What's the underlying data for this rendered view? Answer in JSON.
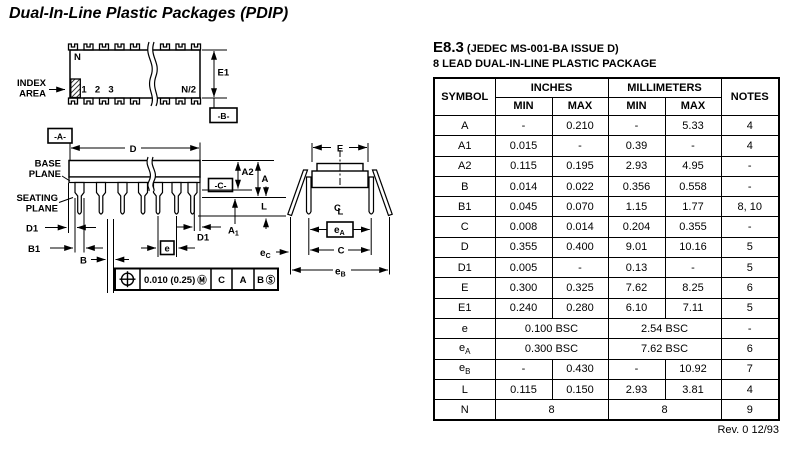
{
  "page": {
    "title": "Dual-In-Line Plastic Packages (PDIP)",
    "footer": "Rev. 0 12/93"
  },
  "colors": {
    "ink": "#000000",
    "paper": "#ffffff"
  },
  "spec": {
    "code": "E8.3",
    "standard": "(JEDEC MS-001-BA ISSUE D)",
    "subtitle": "8 LEAD DUAL-IN-LINE PLASTIC PACKAGE"
  },
  "table": {
    "headers": {
      "symbol": "SYMBOL",
      "inches": "INCHES",
      "millimeters": "MILLIMETERS",
      "min": "MIN",
      "max": "MAX",
      "notes": "NOTES"
    },
    "rows": [
      {
        "symbol": "A",
        "sub": "",
        "in_min": "-",
        "in_max": "0.210",
        "mm_min": "-",
        "mm_max": "5.33",
        "notes": "4"
      },
      {
        "symbol": "A1",
        "sub": "",
        "in_min": "0.015",
        "in_max": "-",
        "mm_min": "0.39",
        "mm_max": "-",
        "notes": "4"
      },
      {
        "symbol": "A2",
        "sub": "",
        "in_min": "0.115",
        "in_max": "0.195",
        "mm_min": "2.93",
        "mm_max": "4.95",
        "notes": "-"
      },
      {
        "symbol": "B",
        "sub": "",
        "in_min": "0.014",
        "in_max": "0.022",
        "mm_min": "0.356",
        "mm_max": "0.558",
        "notes": "-"
      },
      {
        "symbol": "B1",
        "sub": "",
        "in_min": "0.045",
        "in_max": "0.070",
        "mm_min": "1.15",
        "mm_max": "1.77",
        "notes": "8, 10"
      },
      {
        "symbol": "C",
        "sub": "",
        "in_min": "0.008",
        "in_max": "0.014",
        "mm_min": "0.204",
        "mm_max": "0.355",
        "notes": "-"
      },
      {
        "symbol": "D",
        "sub": "",
        "in_min": "0.355",
        "in_max": "0.400",
        "mm_min": "9.01",
        "mm_max": "10.16",
        "notes": "5"
      },
      {
        "symbol": "D1",
        "sub": "",
        "in_min": "0.005",
        "in_max": "-",
        "mm_min": "0.13",
        "mm_max": "-",
        "notes": "5"
      },
      {
        "symbol": "E",
        "sub": "",
        "in_min": "0.300",
        "in_max": "0.325",
        "mm_min": "7.62",
        "mm_max": "8.25",
        "notes": "6"
      },
      {
        "symbol": "E1",
        "sub": "",
        "in_min": "0.240",
        "in_max": "0.280",
        "mm_min": "6.10",
        "mm_max": "7.11",
        "notes": "5"
      },
      {
        "symbol": "e",
        "sub": "",
        "span": true,
        "inches": "0.100 BSC",
        "millimeters": "2.54 BSC",
        "notes": "-"
      },
      {
        "symbol": "e",
        "sub": "A",
        "span": true,
        "inches": "0.300 BSC",
        "millimeters": "7.62 BSC",
        "notes": "6"
      },
      {
        "symbol": "e",
        "sub": "B",
        "in_min": "-",
        "in_max": "0.430",
        "mm_min": "-",
        "mm_max": "10.92",
        "notes": "7"
      },
      {
        "symbol": "L",
        "sub": "",
        "in_min": "0.115",
        "in_max": "0.150",
        "mm_min": "2.93",
        "mm_max": "3.81",
        "notes": "4"
      },
      {
        "symbol": "N",
        "sub": "",
        "span": true,
        "inches": "8",
        "millimeters": "8",
        "notes": "9"
      }
    ]
  },
  "drawing": {
    "top_view": {
      "pin_count_label": "N",
      "pin1": "1",
      "pin2": "2",
      "pin3": "3",
      "pin_half": "N/2",
      "index_area_line1": "INDEX",
      "index_area_line2": "AREA",
      "dim_e1": "E1",
      "datum_b": "-B-"
    },
    "side_view": {
      "datum_a": "-A-",
      "dim_d": "D",
      "base_plane_l1": "BASE",
      "base_plane_l2": "PLANE",
      "seating_plane_l1": "SEATING",
      "seating_plane_l2": "PLANE",
      "datum_c": "-C-",
      "dim_a2": "A2",
      "dim_a": "A",
      "dim_l": "L",
      "dim_a1_base": "A",
      "dim_a1_sub": "1",
      "dim_d1": "D1",
      "dim_b1": "B1",
      "dim_b": "B",
      "dim_e_pitch": "e"
    },
    "end_view": {
      "dim_e": "E",
      "centerline_c": "C",
      "centerline_l": "L",
      "dim_ea_base": "e",
      "dim_ea_sub": "A",
      "dim_ec_base": "e",
      "dim_ec_sub": "C",
      "dim_c": "C",
      "dim_eb_base": "e",
      "dim_eb_sub": "B"
    },
    "tolerance_frame": {
      "value": "0.010 (0.25)",
      "modifier_m": "Ⓜ",
      "datum_1": "C",
      "datum_2": "A",
      "datum_3": "B",
      "modifier_s": "Ⓢ"
    }
  }
}
